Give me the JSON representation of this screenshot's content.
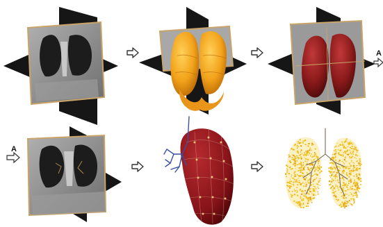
{
  "labels": {
    "top_right_marker": "A",
    "bottom_left_marker": "A"
  },
  "steps": [
    {
      "id": "ct-planes"
    },
    {
      "id": "segmented-lungs-yellow"
    },
    {
      "id": "lung-surface-red"
    },
    {
      "id": "ct-planes-cut"
    },
    {
      "id": "lung-mesh-with-airways"
    },
    {
      "id": "airway-tree-particles"
    }
  ],
  "colors": {
    "slice_frame": "#c9a46a",
    "ct_gray": "#8e8e8e",
    "ct_dark": "#1c1c1c",
    "lung_yellow": "#f2a21a",
    "lung_red": "#8b1a1a",
    "mesh_red": "#8a1418",
    "airway_blue": "#3b4fa0",
    "particle_yellow": "#f0c020",
    "arrow_stroke": "#333333"
  }
}
